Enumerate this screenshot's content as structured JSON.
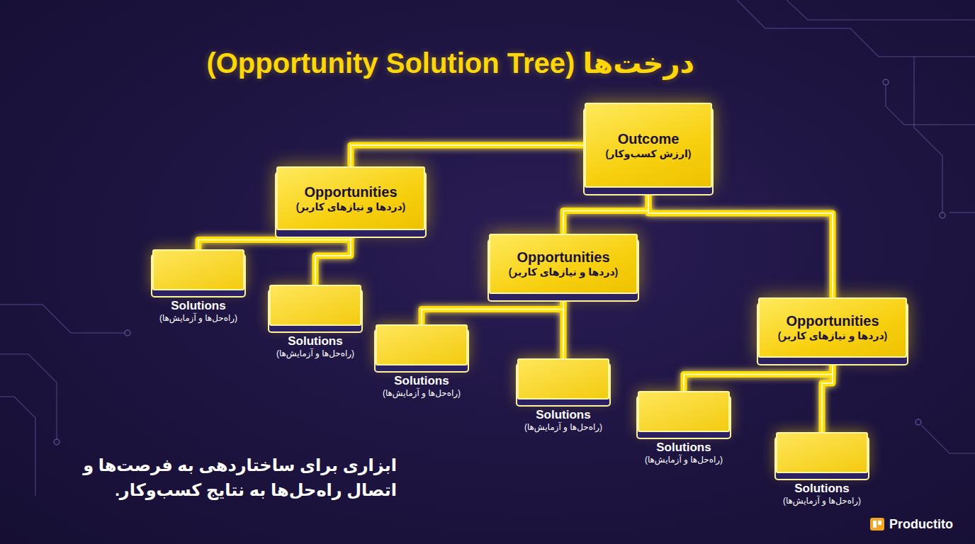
{
  "diagram": {
    "title": "درخت‌ها (Opportunity Solution Tree)",
    "caption": "ابزاری برای ساختاردهی به فرصت‌ها و اتصال راه‌حل‌ها به نتایج کسب‌وکار.",
    "nodes": [
      {
        "text": [
          "Outcome",
          "(ارزش کسب‌وکار)"
        ]
      },
      {
        "text": [
          "Opportunities",
          "(دردها و نیازهای کاربر)"
        ]
      },
      {
        "text": [
          "Opportunities",
          "(دردها و نیازهای کاربر)"
        ]
      },
      {
        "text": [
          "Opportunities",
          "(دردها و نیازهای کاربر)"
        ]
      },
      {
        "text": [
          "Solutions",
          "(راه‌حل‌ها و آزمایش‌ها)"
        ]
      },
      {
        "text": [
          "Solutions",
          "(راه‌حل‌ها و آزمایش‌ها)"
        ]
      },
      {
        "text": [
          "Solutions",
          "(راه‌حل‌ها و آزمایش‌ها)"
        ]
      },
      {
        "text": [
          "Solutions",
          "(راه‌حل‌ها و آزمایش‌ها)"
        ]
      },
      {
        "text": [
          "Solutions",
          "(راه‌حل‌ها و آزمایش‌ها)"
        ]
      },
      {
        "text": [
          "Solutions",
          "(راه‌حل‌ها و آزمایش‌ها)"
        ]
      }
    ],
    "edges": [
      {
        "from": 0,
        "to": 1,
        "arrow": "none"
      },
      {
        "from": 0,
        "to": 2,
        "arrow": "none"
      },
      {
        "from": 0,
        "to": 3,
        "arrow": "none"
      },
      {
        "from": 1,
        "to": 4,
        "arrow": "none"
      },
      {
        "from": 1,
        "to": 5,
        "arrow": "none"
      },
      {
        "from": 2,
        "to": 6,
        "arrow": "none"
      },
      {
        "from": 2,
        "to": 7,
        "arrow": "none"
      },
      {
        "from": 3,
        "to": 8,
        "arrow": "none"
      },
      {
        "from": 3,
        "to": 9,
        "arrow": "none"
      }
    ],
    "labels": [
      "Productito"
    ]
  }
}
